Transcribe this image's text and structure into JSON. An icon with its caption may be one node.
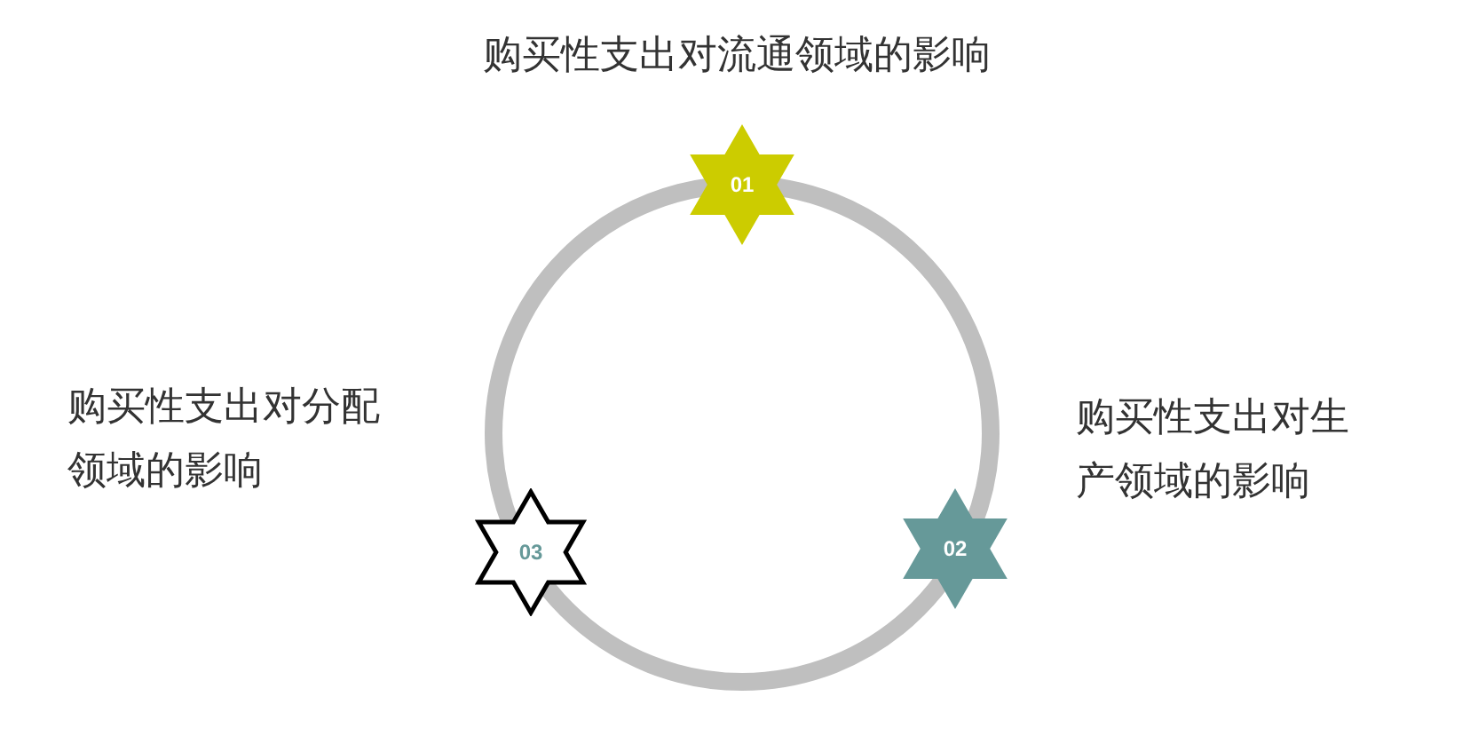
{
  "diagram": {
    "nodes": [
      {
        "text": [
          "01"
        ],
        "beside": [
          "购买性支出对流通领域的影响"
        ]
      },
      {
        "text": [
          "02"
        ],
        "beside": [
          "购买性支出对生产领域的影响"
        ]
      },
      {
        "text": [
          "03"
        ],
        "beside": [
          "购买性支出对分配领域的影响"
        ]
      }
    ]
  }
}
